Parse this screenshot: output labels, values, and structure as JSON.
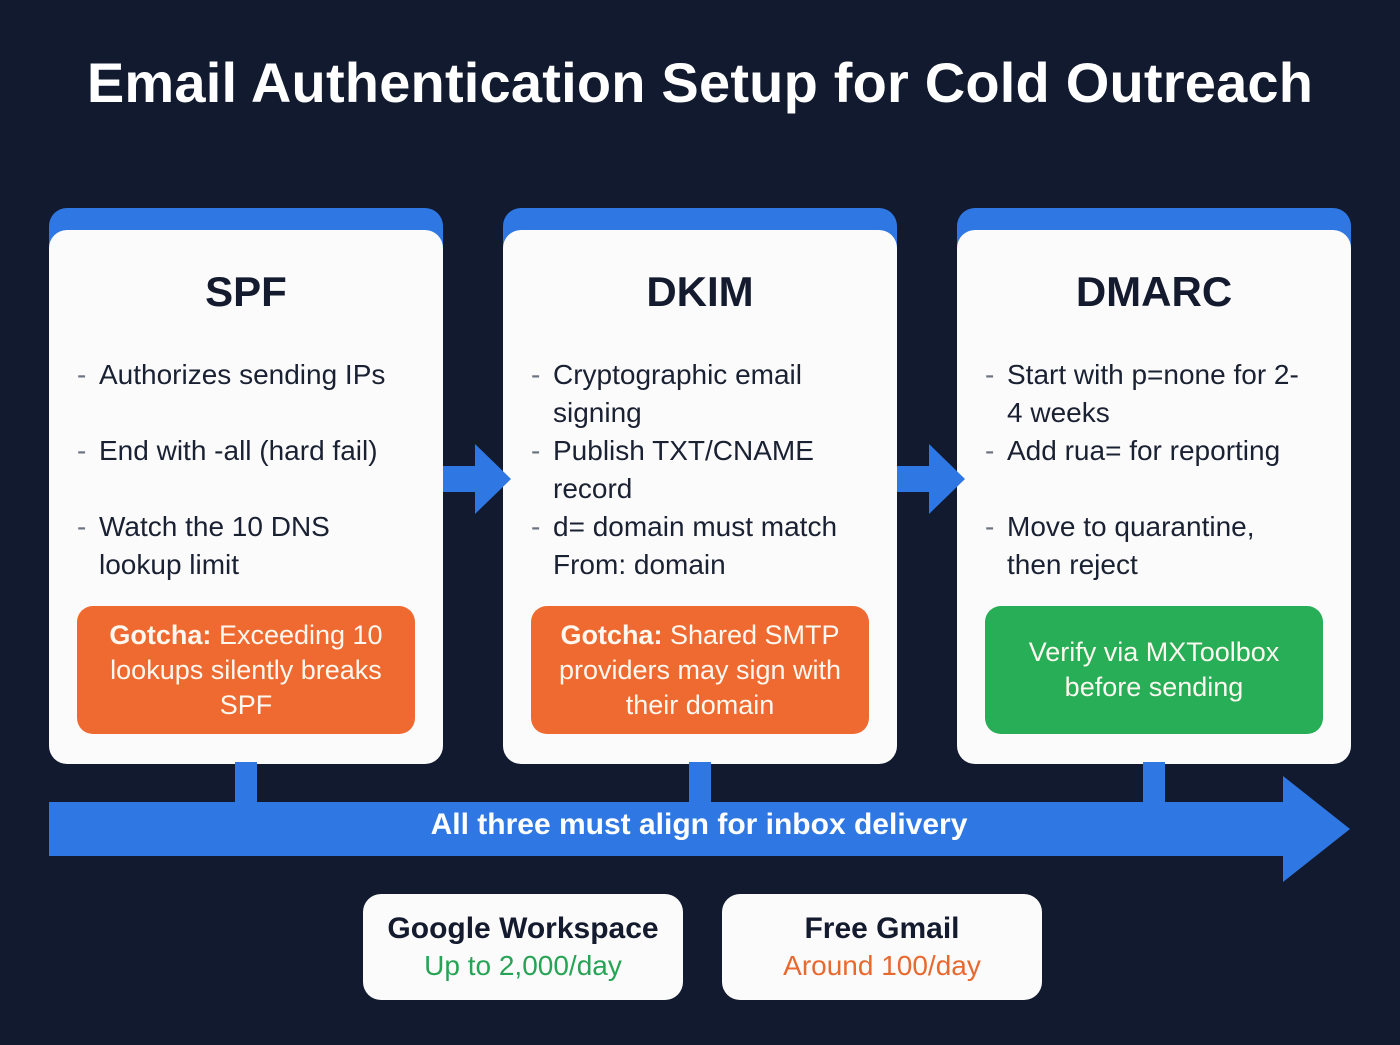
{
  "title": "Email Authentication Setup for Cold Outreach",
  "colors": {
    "background": "#111a2e",
    "accent_blue": "#2f78e3",
    "gotcha_orange": "#ee6a31",
    "verify_green": "#27ae56",
    "card_bg": "#fbfbfb",
    "text_dark": "#141b2e"
  },
  "cards": [
    {
      "title": "SPF",
      "bullets": [
        "Authorizes sending IPs",
        "End with -all (hard fail)",
        "Watch the 10 DNS lookup limit"
      ],
      "callout": {
        "type": "gotcha",
        "label": "Gotcha:",
        "text": "Exceeding 10 lookups silently breaks SPF"
      }
    },
    {
      "title": "DKIM",
      "bullets": [
        "Cryptographic email signing",
        "Publish TXT/CNAME record",
        "d= domain must match From: domain"
      ],
      "callout": {
        "type": "gotcha",
        "label": "Gotcha:",
        "text": "Shared SMTP providers may sign with their domain"
      }
    },
    {
      "title": "DMARC",
      "bullets": [
        "Start with p=none for 2-4 weeks",
        "Add rua= for reporting",
        "Move to quarantine, then reject"
      ],
      "callout": {
        "type": "tip",
        "text": "Verify via MXToolbox before sending"
      }
    }
  ],
  "flow_arrow": {
    "label": "All three must align for inbox delivery"
  },
  "sending_limits": [
    {
      "name": "Google Workspace",
      "value": "Up to 2,000/day",
      "color": "#27a355"
    },
    {
      "name": "Free Gmail",
      "value": "Around 100/day",
      "color": "#e8692f"
    }
  ]
}
